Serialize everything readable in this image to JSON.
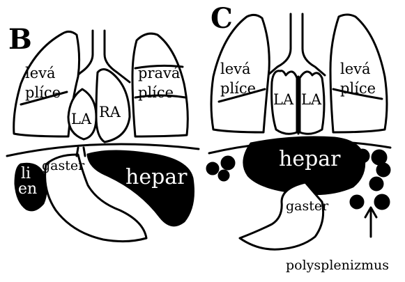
{
  "panel_b": {
    "letter": "B",
    "left_lung": [
      "levá",
      "plíce"
    ],
    "right_lung": [
      "pravá",
      "plíce"
    ],
    "left_atrium": "LA",
    "right_atrium": "RA",
    "stomach": "gaster",
    "liver": "hepar",
    "spleen": [
      "li",
      "en"
    ]
  },
  "panel_c": {
    "letter": "C",
    "left_lung": [
      "levá",
      "plíce"
    ],
    "right_lung": [
      "levá",
      "plíce"
    ],
    "atrium_1": "LA",
    "atrium_2": "LA",
    "liver": "hepar",
    "stomach": "gaster",
    "caption": "polysplenizmus"
  },
  "colors": {
    "ink": "#000000",
    "paper": "#ffffff"
  }
}
